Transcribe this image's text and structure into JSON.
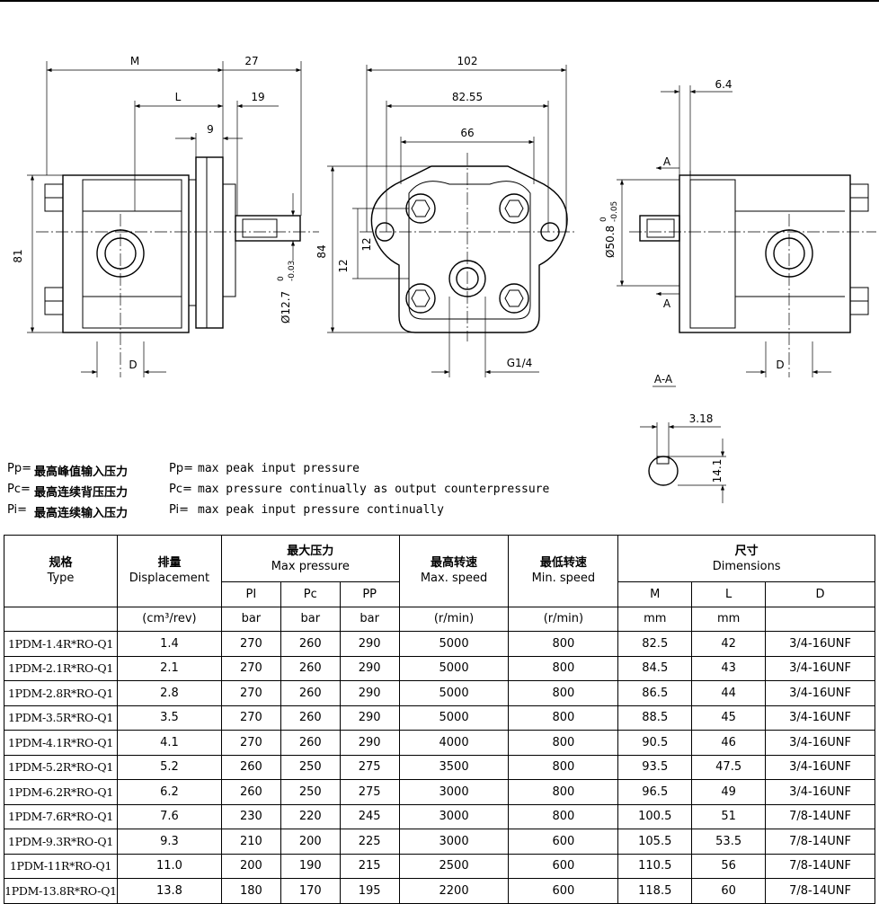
{
  "drawing": {
    "labels": {
      "M": "M",
      "d27": "27",
      "L": "L",
      "d19": "19",
      "d9": "9",
      "d81": "81",
      "shaft_dia": "Ø12.7",
      "shaft_tol_up": "0",
      "shaft_tol_lo": "-0.03",
      "D_left": "D",
      "d102": "102",
      "d8255": "82.55",
      "d66": "66",
      "d84": "84",
      "d12a": "12",
      "d12b": "12",
      "G14": "G1/4",
      "d64": "6.4",
      "A_top": "A",
      "A_bot": "A",
      "pilot_dia": "Ø50.8",
      "pilot_tol_up": "0",
      "pilot_tol_lo": "-0.05",
      "D_right": "D",
      "AA": "A-A",
      "d318": "3.18",
      "d141": "14.1"
    }
  },
  "legend": [
    {
      "symbol": "Pp=",
      "cn": "最高峰值输入压力",
      "en_symbol": "Pp=",
      "en": "max peak input pressure"
    },
    {
      "symbol": "Pc=",
      "cn": "最高连续背压压力",
      "en_symbol": "Pc=",
      "en": "max pressure continually as output counterpressure"
    },
    {
      "symbol": "Pi=",
      "cn": "最高连续输入压力",
      "en_symbol": "Pi=",
      "en": "max peak input pressure continually"
    }
  ],
  "table": {
    "headers": {
      "type_cn": "规格",
      "type_en": "Type",
      "disp_cn": "排量",
      "disp_en": "Displacement",
      "press_cn": "最大压力",
      "press_en": "Max pressure",
      "maxs_cn": "最高转速",
      "maxs_en": "Max. speed",
      "mins_cn": "最低转速",
      "mins_en": "Min. speed",
      "dim_cn": "尺寸",
      "dim_en": "Dimensions"
    },
    "subheaders": {
      "pi": "PI",
      "pc": "Pc",
      "pp": "PP",
      "m": "M",
      "l": "L",
      "d": "D"
    },
    "units": {
      "disp": "(cm³/rev)",
      "pi": "bar",
      "pc": "bar",
      "pp": "bar",
      "maxs": "(r/min)",
      "mins": "(r/min)",
      "m": "mm",
      "l": "mm",
      "d": ""
    },
    "rows": [
      [
        "1PDM-1.4R*RO-Q1",
        "1.4",
        "270",
        "260",
        "290",
        "5000",
        "800",
        "82.5",
        "42",
        "3/4-16UNF"
      ],
      [
        "1PDM-2.1R*RO-Q1",
        "2.1",
        "270",
        "260",
        "290",
        "5000",
        "800",
        "84.5",
        "43",
        "3/4-16UNF"
      ],
      [
        "1PDM-2.8R*RO-Q1",
        "2.8",
        "270",
        "260",
        "290",
        "5000",
        "800",
        "86.5",
        "44",
        "3/4-16UNF"
      ],
      [
        "1PDM-3.5R*RO-Q1",
        "3.5",
        "270",
        "260",
        "290",
        "5000",
        "800",
        "88.5",
        "45",
        "3/4-16UNF"
      ],
      [
        "1PDM-4.1R*RO-Q1",
        "4.1",
        "270",
        "260",
        "290",
        "4000",
        "800",
        "90.5",
        "46",
        "3/4-16UNF"
      ],
      [
        "1PDM-5.2R*RO-Q1",
        "5.2",
        "260",
        "250",
        "275",
        "3500",
        "800",
        "93.5",
        "47.5",
        "3/4-16UNF"
      ],
      [
        "1PDM-6.2R*RO-Q1",
        "6.2",
        "260",
        "250",
        "275",
        "3000",
        "800",
        "96.5",
        "49",
        "3/4-16UNF"
      ],
      [
        "1PDM-7.6R*RO-Q1",
        "7.6",
        "230",
        "220",
        "245",
        "3000",
        "800",
        "100.5",
        "51",
        "7/8-14UNF"
      ],
      [
        "1PDM-9.3R*RO-Q1",
        "9.3",
        "210",
        "200",
        "225",
        "3000",
        "600",
        "105.5",
        "53.5",
        "7/8-14UNF"
      ],
      [
        "1PDM-11R*RO-Q1",
        "11.0",
        "200",
        "190",
        "215",
        "2500",
        "600",
        "110.5",
        "56",
        "7/8-14UNF"
      ],
      [
        "1PDM-13.8R*RO-Q1",
        "13.8",
        "180",
        "170",
        "195",
        "2200",
        "600",
        "118.5",
        "60",
        "7/8-14UNF"
      ]
    ]
  }
}
